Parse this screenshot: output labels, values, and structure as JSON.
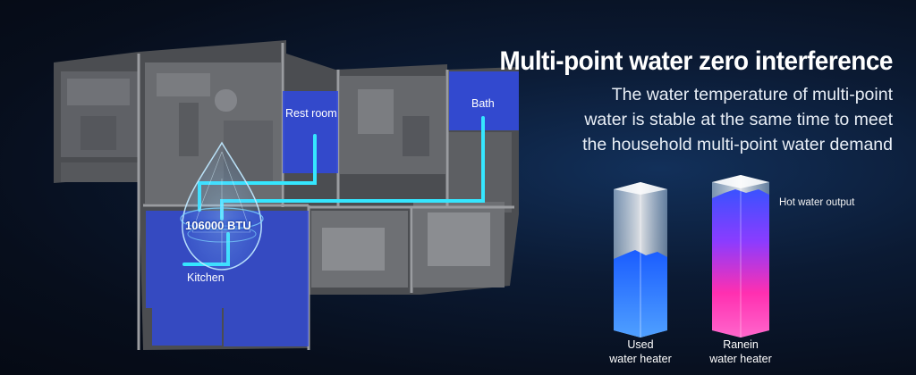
{
  "headline": "Multi-point water zero interference",
  "description_lines": [
    "The water temperature of multi-point",
    "water is stable at the same time to meet",
    "the household multi-point water demand"
  ],
  "rooms": {
    "rest_room": "Rest room",
    "bath": "Bath",
    "kitchen": "Kitchen"
  },
  "heater_power": "106000 BTU",
  "comparison": {
    "hot_water_output": "Hot water output",
    "used": {
      "line1": "Used",
      "line2": "water heater"
    },
    "ranein": {
      "line1": "Ranein",
      "line2": "water heater"
    }
  },
  "colors": {
    "highlight_room": "#2f49e0",
    "pipe": "#35e6ff",
    "hot_water": "#ff2fa8",
    "cold_water": "#1f5cff"
  }
}
